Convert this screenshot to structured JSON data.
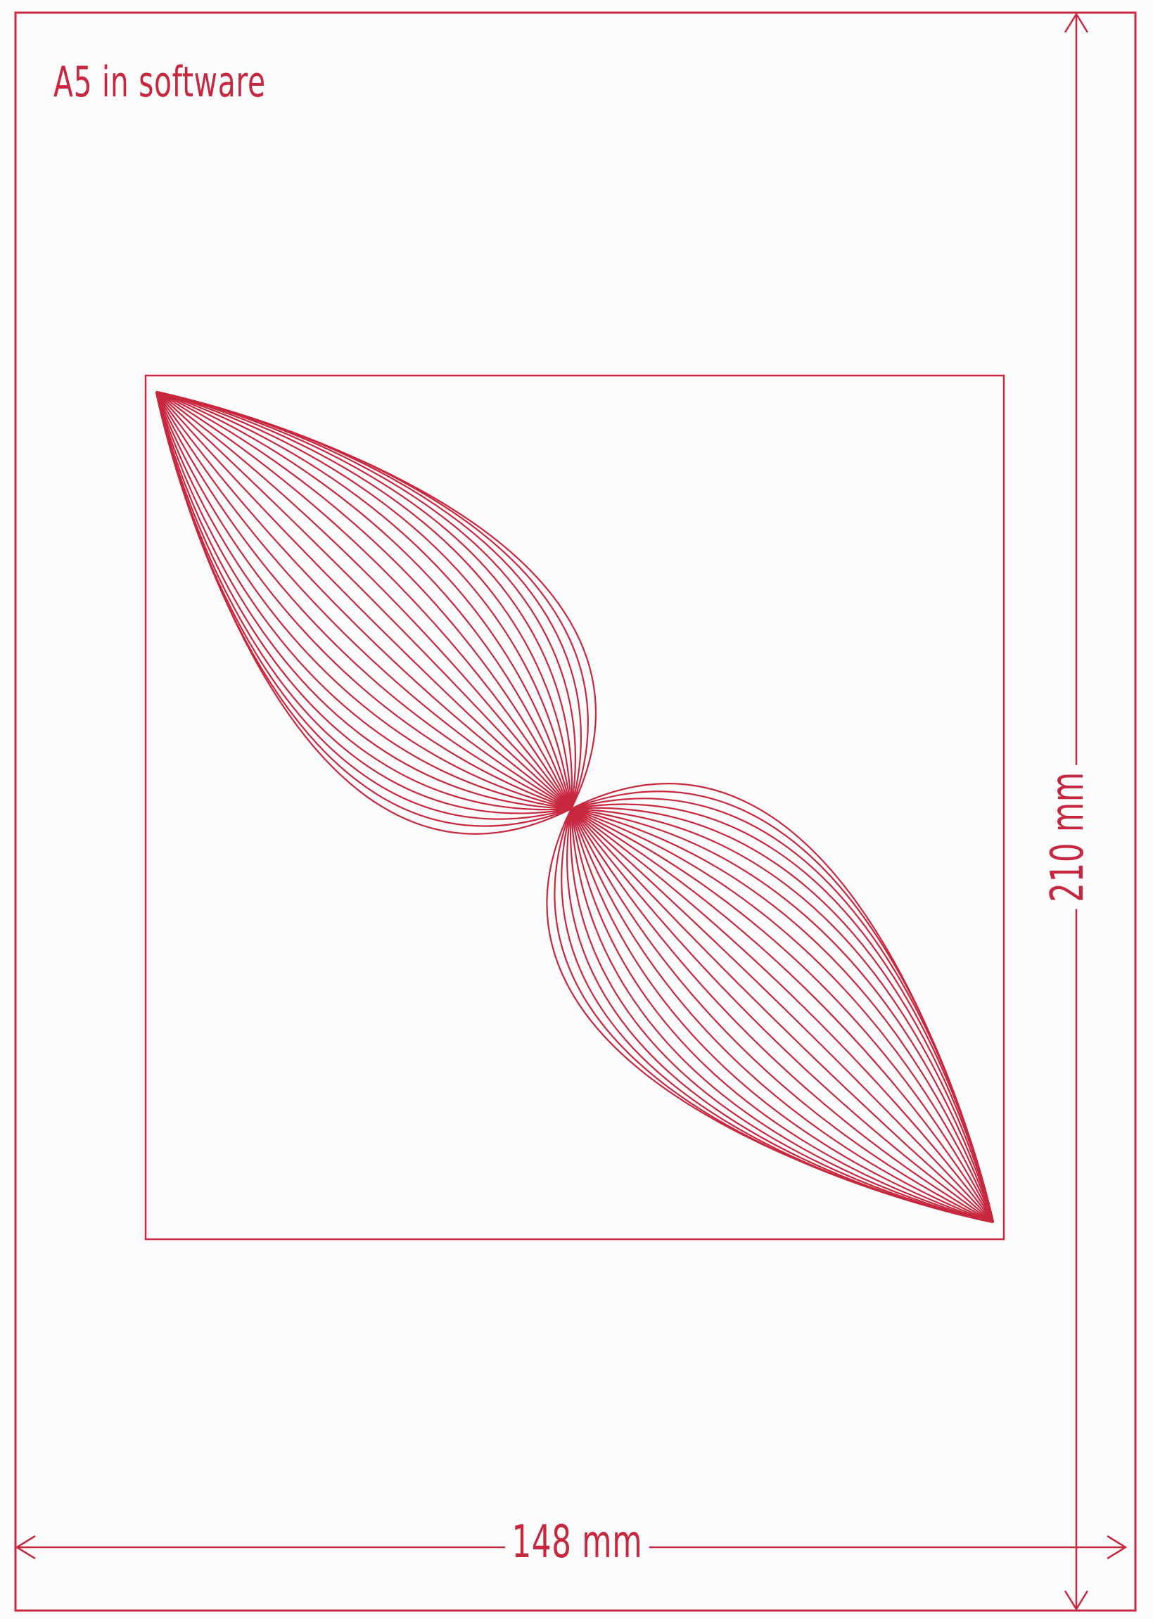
{
  "title": "A5 in software",
  "dimensions": {
    "width": "148 mm",
    "height": "210 mm"
  },
  "colors": {
    "ink": "#c8283f"
  }
}
